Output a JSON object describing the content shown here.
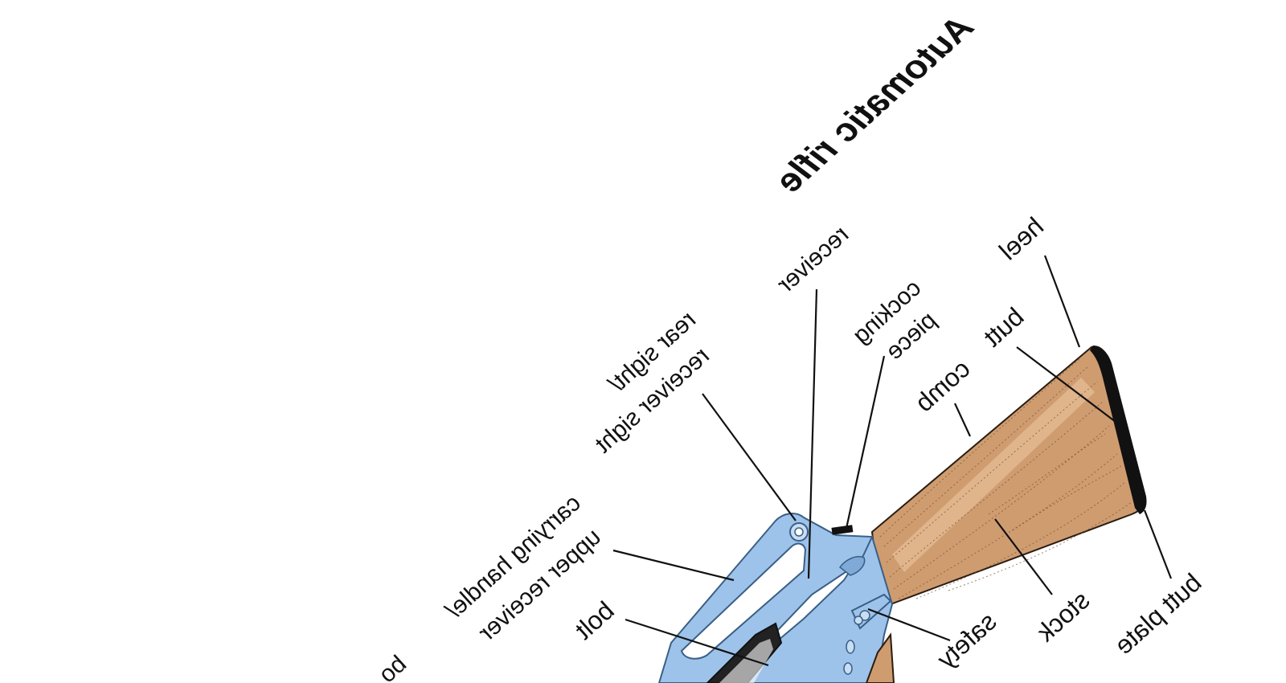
{
  "title": "Automatic rifle",
  "labels": {
    "heel": "heel",
    "butt": "butt",
    "receiver": "receiver",
    "cocking_piece_1": "cocking",
    "cocking_piece_2": "piece",
    "comb": "comb",
    "rear_sight_1": "rear sight/",
    "rear_sight_2": "receiver sight",
    "carrying_handle_1": "carrying handle/",
    "carrying_handle_2": "upper receiver",
    "bolt": "bolt",
    "safety": "safety",
    "stock": "stock",
    "butt_plate": "butt plate",
    "partial_left": "bo"
  },
  "colors": {
    "metal": "#9dc3ea",
    "metal_stroke": "#3a5f86",
    "wood": "#cf9c70",
    "wood_light": "#e3bb94",
    "butt_plate": "#111111"
  }
}
